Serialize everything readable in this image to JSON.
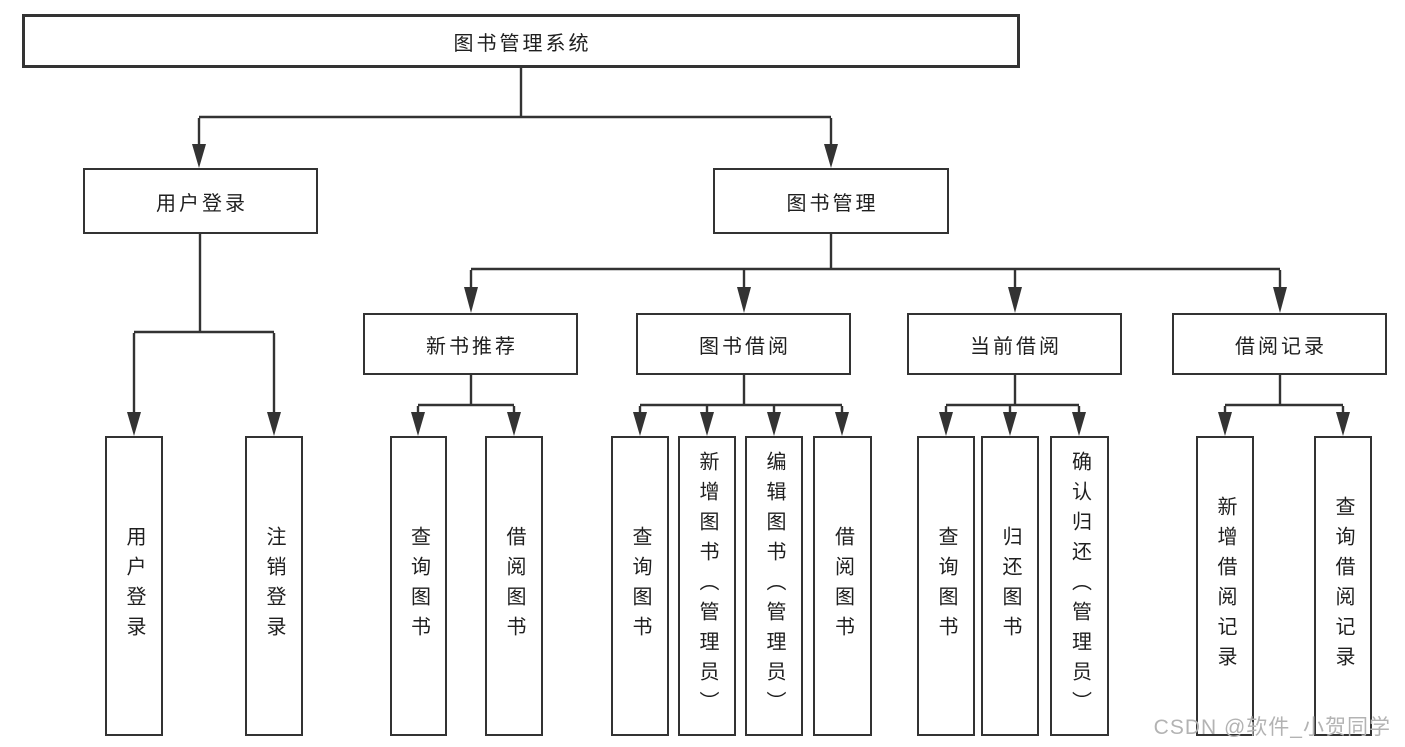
{
  "watermark": "CSDN @软件_小贺同学",
  "colors": {
    "line": "#333333",
    "text": "#1f1f1f",
    "box_background": "#ffffff",
    "watermark": "#b3b3b3"
  },
  "tree": {
    "root": {
      "label": "图书管理系统",
      "children": [
        {
          "label": "用户登录",
          "children": [
            {
              "label": "用户登录"
            },
            {
              "label": "注销登录"
            }
          ]
        },
        {
          "label": "图书管理",
          "children": [
            {
              "label": "新书推荐",
              "children": [
                {
                  "label": "查询图书"
                },
                {
                  "label": "借阅图书"
                }
              ]
            },
            {
              "label": "图书借阅",
              "children": [
                {
                  "label": "查询图书"
                },
                {
                  "label": "新增图书（管理员）"
                },
                {
                  "label": "编辑图书（管理员）"
                },
                {
                  "label": "借阅图书"
                }
              ]
            },
            {
              "label": "当前借阅",
              "children": [
                {
                  "label": "查询图书"
                },
                {
                  "label": "归还图书"
                },
                {
                  "label": "确认归还（管理员）"
                }
              ]
            },
            {
              "label": "借阅记录",
              "children": [
                {
                  "label": "新增借阅记录"
                },
                {
                  "label": "查询借阅记录"
                }
              ]
            }
          ]
        }
      ]
    }
  }
}
